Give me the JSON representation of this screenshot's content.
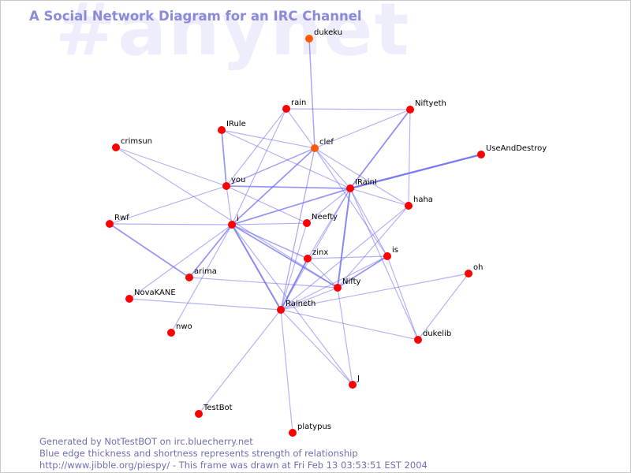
{
  "title": "A Social Network Diagram for an IRC Channel",
  "watermark": "#anynet",
  "colors": {
    "node": "#ff0000",
    "node_recent": "#ff5a00",
    "edge": "#6a6af0",
    "title": "#8a8ad8",
    "footer": "#6f6fb0",
    "watermark": "#ededfb"
  },
  "footer": {
    "line1": "Generated by NotTestBOT on irc.bluecherry.net",
    "line2": "Blue edge thickness and shortness represents strength of relationship",
    "line3": "http://www.jibble.org/piespy/ - This frame was drawn at Fri Feb 13 03:53:51 EST 2004"
  },
  "nodes": [
    {
      "id": "dukeku",
      "label": "dukeku",
      "recent": true
    },
    {
      "id": "rain",
      "label": "rain"
    },
    {
      "id": "Niftyeth",
      "label": "Niftyeth"
    },
    {
      "id": "IRule",
      "label": "IRule"
    },
    {
      "id": "crimsun",
      "label": "crimsun"
    },
    {
      "id": "clef",
      "label": "clef",
      "recent": true
    },
    {
      "id": "UseAndDestroy",
      "label": "UseAndDestroy"
    },
    {
      "id": "you",
      "label": "you"
    },
    {
      "id": "IRainI",
      "label": "IRainI"
    },
    {
      "id": "haha",
      "label": "haha"
    },
    {
      "id": "Rwf",
      "label": "Rwf"
    },
    {
      "id": "i",
      "label": "i"
    },
    {
      "id": "Neefty",
      "label": "Neefty"
    },
    {
      "id": "zinx",
      "label": "zinx"
    },
    {
      "id": "is",
      "label": "is"
    },
    {
      "id": "oh",
      "label": "oh"
    },
    {
      "id": "arima",
      "label": "arima"
    },
    {
      "id": "Nifty",
      "label": "Nifty"
    },
    {
      "id": "NovaKANE",
      "label": "NovaKANE"
    },
    {
      "id": "Raineth",
      "label": "Raineth"
    },
    {
      "id": "nwo",
      "label": "nwo"
    },
    {
      "id": "dukelib",
      "label": "dukelib"
    },
    {
      "id": "J",
      "label": "J"
    },
    {
      "id": "TestBot",
      "label": "TestBot"
    },
    {
      "id": "platypus",
      "label": "platypus"
    }
  ],
  "edges": [
    {
      "source": "dukeku",
      "target": "clef",
      "strength": 1.5
    },
    {
      "source": "rain",
      "target": "clef",
      "strength": 1
    },
    {
      "source": "rain",
      "target": "Niftyeth",
      "strength": 1
    },
    {
      "source": "rain",
      "target": "i",
      "strength": 1
    },
    {
      "source": "rain",
      "target": "you",
      "strength": 1
    },
    {
      "source": "Niftyeth",
      "target": "clef",
      "strength": 1
    },
    {
      "source": "Niftyeth",
      "target": "IRainI",
      "strength": 2.2
    },
    {
      "source": "Niftyeth",
      "target": "haha",
      "strength": 1
    },
    {
      "source": "IRule",
      "target": "clef",
      "strength": 1
    },
    {
      "source": "IRule",
      "target": "you",
      "strength": 2
    },
    {
      "source": "IRule",
      "target": "IRainI",
      "strength": 1
    },
    {
      "source": "crimsun",
      "target": "you",
      "strength": 1
    },
    {
      "source": "crimsun",
      "target": "Nifty",
      "strength": 1
    },
    {
      "source": "clef",
      "target": "you",
      "strength": 1.5
    },
    {
      "source": "clef",
      "target": "i",
      "strength": 2
    },
    {
      "source": "clef",
      "target": "IRainI",
      "strength": 1
    },
    {
      "source": "clef",
      "target": "haha",
      "strength": 1
    },
    {
      "source": "clef",
      "target": "is",
      "strength": 1
    },
    {
      "source": "clef",
      "target": "Raineth",
      "strength": 1.2
    },
    {
      "source": "UseAndDestroy",
      "target": "IRainI",
      "strength": 3
    },
    {
      "source": "you",
      "target": "IRainI",
      "strength": 2
    },
    {
      "source": "you",
      "target": "i",
      "strength": 1
    },
    {
      "source": "you",
      "target": "Neefty",
      "strength": 1
    },
    {
      "source": "you",
      "target": "Rwf",
      "strength": 1
    },
    {
      "source": "IRainI",
      "target": "i",
      "strength": 2
    },
    {
      "source": "IRainI",
      "target": "haha",
      "strength": 1
    },
    {
      "source": "IRainI",
      "target": "Nifty",
      "strength": 2.5
    },
    {
      "source": "IRainI",
      "target": "Raineth",
      "strength": 1
    },
    {
      "source": "IRainI",
      "target": "zinx",
      "strength": 1
    },
    {
      "source": "IRainI",
      "target": "is",
      "strength": 1
    },
    {
      "source": "IRainI",
      "target": "dukelib",
      "strength": 1
    },
    {
      "source": "IRainI",
      "target": "Neefty",
      "strength": 1
    },
    {
      "source": "haha",
      "target": "Raineth",
      "strength": 1
    },
    {
      "source": "haha",
      "target": "Nifty",
      "strength": 1
    },
    {
      "source": "Rwf",
      "target": "i",
      "strength": 1
    },
    {
      "source": "Rwf",
      "target": "arima",
      "strength": 2
    },
    {
      "source": "i",
      "target": "Neefty",
      "strength": 1
    },
    {
      "source": "i",
      "target": "arima",
      "strength": 2
    },
    {
      "source": "i",
      "target": "Raineth",
      "strength": 2.5
    },
    {
      "source": "i",
      "target": "Nifty",
      "strength": 2
    },
    {
      "source": "i",
      "target": "NovaKANE",
      "strength": 1
    },
    {
      "source": "i",
      "target": "nwo",
      "strength": 1
    },
    {
      "source": "i",
      "target": "zinx",
      "strength": 1.5
    },
    {
      "source": "i",
      "target": "J",
      "strength": 1
    },
    {
      "source": "Neefty",
      "target": "Raineth",
      "strength": 1
    },
    {
      "source": "zinx",
      "target": "Raineth",
      "strength": 2.5
    },
    {
      "source": "zinx",
      "target": "is",
      "strength": 1
    },
    {
      "source": "zinx",
      "target": "Nifty",
      "strength": 1
    },
    {
      "source": "is",
      "target": "Nifty",
      "strength": 2
    },
    {
      "source": "is",
      "target": "Raineth",
      "strength": 1
    },
    {
      "source": "is",
      "target": "dukelib",
      "strength": 1
    },
    {
      "source": "oh",
      "target": "Raineth",
      "strength": 1
    },
    {
      "source": "oh",
      "target": "dukelib",
      "strength": 1
    },
    {
      "source": "arima",
      "target": "Nifty",
      "strength": 1
    },
    {
      "source": "Nifty",
      "target": "Raineth",
      "strength": 1
    },
    {
      "source": "Nifty",
      "target": "J",
      "strength": 1
    },
    {
      "source": "NovaKANE",
      "target": "Raineth",
      "strength": 1
    },
    {
      "source": "Raineth",
      "target": "dukelib",
      "strength": 1
    },
    {
      "source": "Raineth",
      "target": "TestBot",
      "strength": 1
    },
    {
      "source": "Raineth",
      "target": "platypus",
      "strength": 1
    },
    {
      "source": "Raineth",
      "target": "J",
      "strength": 1
    }
  ]
}
